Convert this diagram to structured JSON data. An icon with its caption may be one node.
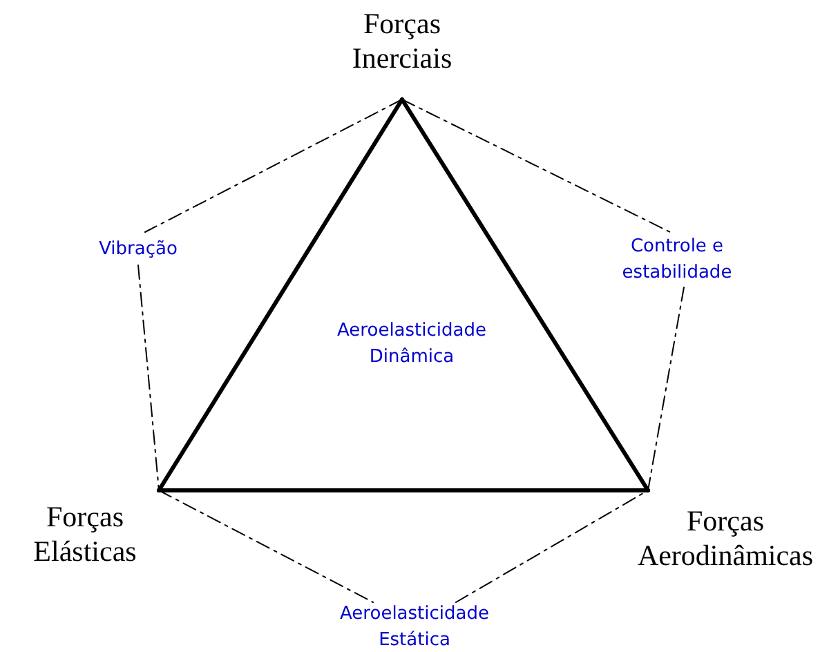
{
  "diagram": {
    "nodes": [
      {
        "text": [
          "Forças Inerciais"
        ]
      },
      {
        "text": [
          "Vibração"
        ]
      },
      {
        "text": [
          "Controle e estabilidade"
        ]
      },
      {
        "text": [
          "Forças Elásticas"
        ]
      },
      {
        "text": [
          "Forças Aerodinâmicas"
        ]
      },
      {
        "text": [
          "Aeroelasticidade Estática"
        ]
      }
    ],
    "edges": [
      {
        "from": 0,
        "to": 3,
        "arrow": "none",
        "style": "thick"
      },
      {
        "from": 3,
        "to": 4,
        "arrow": "none",
        "style": "thick"
      },
      {
        "from": 4,
        "to": 0,
        "arrow": "none",
        "style": "thick"
      },
      {
        "from": 0,
        "to": 1,
        "arrow": "none",
        "style": "dashed"
      },
      {
        "from": 1,
        "to": 3,
        "arrow": "none",
        "style": "dashed"
      },
      {
        "from": 0,
        "to": 2,
        "arrow": "none",
        "style": "dashed"
      },
      {
        "from": 2,
        "to": 4,
        "arrow": "none",
        "style": "dashed"
      },
      {
        "from": 3,
        "to": 5,
        "arrow": "none",
        "style": "dashed"
      },
      {
        "from": 5,
        "to": 4,
        "arrow": "none",
        "style": "dashed"
      }
    ],
    "labels": [
      "Aeroelasticidade Dinâmica"
    ]
  }
}
